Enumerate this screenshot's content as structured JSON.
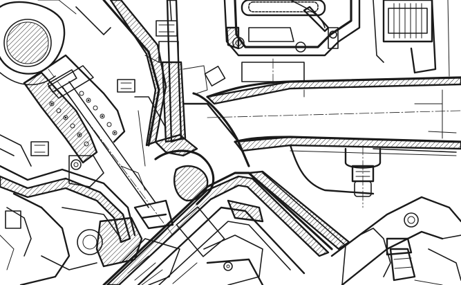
{
  "drawing": {
    "ink_color": "#1a1a1a",
    "paper_color": "#ffffff",
    "hatch_pattern": "diagonal-45",
    "style": "technical-cross-section-line-drawing"
  },
  "components": [
    {
      "id": "camshaft-lobe",
      "icon": "cam-icon"
    },
    {
      "id": "valve-spring",
      "icon": "spring-icon"
    },
    {
      "id": "valve-stem",
      "icon": "valve-icon"
    },
    {
      "id": "carburetor-body",
      "icon": "carburetor-icon"
    },
    {
      "id": "intake-manifold",
      "icon": "manifold-icon"
    },
    {
      "id": "spark-plug",
      "icon": "plug-icon"
    },
    {
      "id": "mounting-bolt",
      "icon": "bolt-icon"
    },
    {
      "id": "heat-riser-pipe",
      "icon": "pipe-icon"
    }
  ]
}
